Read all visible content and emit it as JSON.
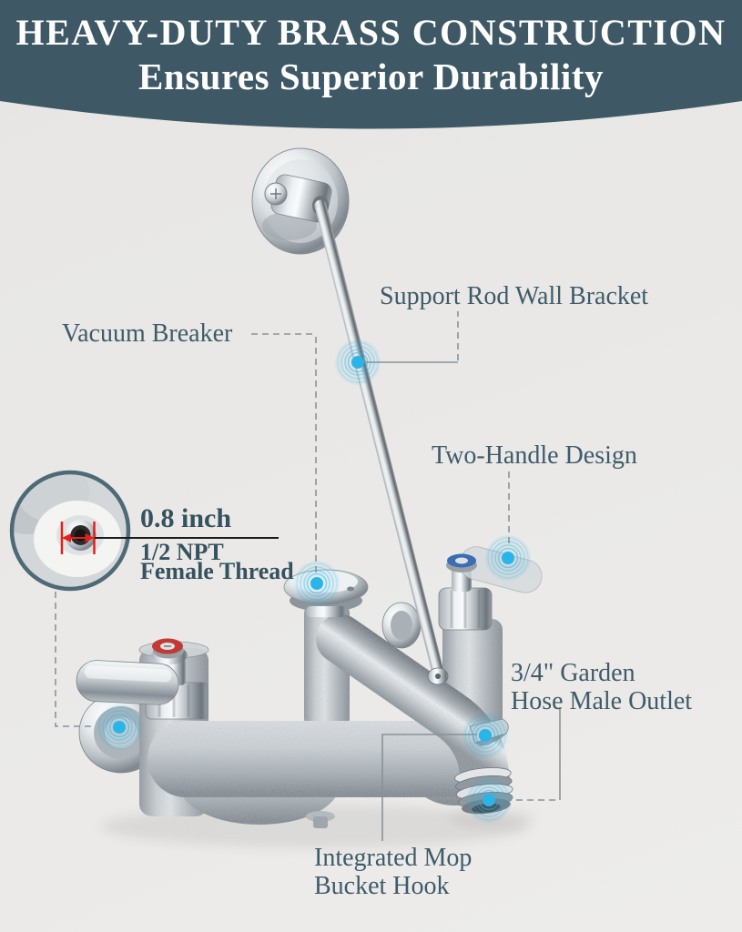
{
  "header": {
    "title": "HEAVY-DUTY BRASS CONSTRUCTION",
    "subtitle": "Ensures Superior Durability"
  },
  "callouts": {
    "support_rod": {
      "label": "Support Rod Wall Bracket"
    },
    "vacuum_breaker": {
      "label": "Vacuum Breaker"
    },
    "two_handle": {
      "label": "Two-Handle Design"
    },
    "garden_hose": {
      "line1": "3/4\" Garden",
      "line2": "Hose Male Outlet"
    },
    "mop_hook": {
      "line1": "Integrated Mop",
      "line2": "Bucket Hook"
    }
  },
  "inset": {
    "size": "0.8 inch",
    "thread_line1": "1/2 NPT",
    "thread_line2": "Female Thread"
  },
  "colors": {
    "header_bg": "#3e5965",
    "page_bg": "#e9e8e6",
    "label_text": "#3e5b69",
    "dark_label_text": "#35525f",
    "marker_blue": "#29b5e8",
    "hot_cap_red": "#c23a34",
    "cold_cap_blue": "#3a6db2",
    "measure_red": "#e22018",
    "inset_border": "#4d6a76",
    "leader_line": "#8a9298"
  }
}
